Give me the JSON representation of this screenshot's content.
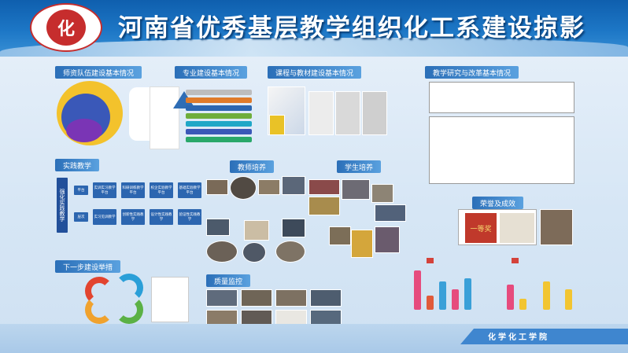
{
  "header": {
    "title": "河南省优秀基层教学组织化工系建设掠影",
    "logo_text": "化"
  },
  "sections": {
    "teachers": "师资队伍建设基本情况",
    "major": "专业建设基本情况",
    "course": "课程与教材建设基本情况",
    "research": "教学研究与改革基本情况",
    "practice": "实践教学",
    "teacher_training": "教师培养",
    "student_training": "学生培养",
    "awards": "荣誉及成效",
    "next_steps": "下一步建设举措",
    "quality": "质量监控"
  },
  "practice": {
    "vertical_label": "强化实践教学",
    "row1_head": "平台",
    "row2_head": "层次",
    "row1": [
      "实训实习教学平台",
      "科研训练教学平台",
      "校企实验教学平台",
      "基础实验教学平台"
    ],
    "row2": [
      "实习见训教学",
      "创新性实践教学",
      "设计性实践教学",
      "验证性实践教学"
    ]
  },
  "awards_banner": "一等奖",
  "footer": {
    "college": "化学化工学院"
  },
  "colors": {
    "header_blue": "#1d77c6",
    "accent_red": "#c62d2d",
    "panel_blue": "#2c66b0"
  }
}
